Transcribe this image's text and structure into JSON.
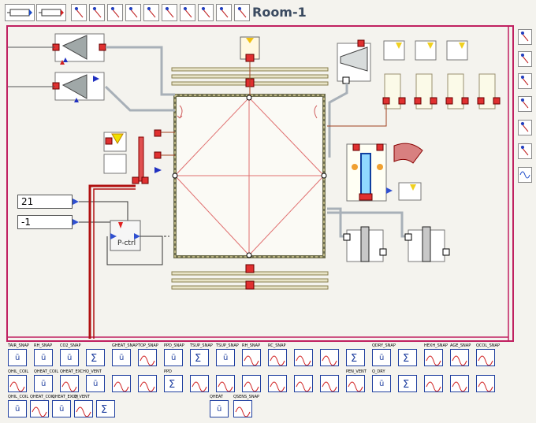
{
  "window": {
    "title": "Room-1"
  },
  "toolbar": {
    "buttons": [
      "connector-in-icon",
      "connector-out-icon",
      "probe-icon",
      "probe-icon",
      "probe-icon",
      "probe-icon",
      "probe-icon",
      "probe-icon",
      "probe-icon",
      "probe-icon",
      "probe-icon",
      "probe-icon"
    ]
  },
  "inputs": {
    "setpoint_value": "21",
    "offset_value": "-1"
  },
  "controller": {
    "label": "P-ctrl"
  },
  "bottom_blocks": {
    "row1_labels": [
      "TAIR_SNAP",
      "RH_SNAP",
      "CO2_SNAP",
      "",
      "GHEAT_SNAP",
      "TOP_SNAP",
      "PPD_SNAP",
      "TSUP_SNAP",
      "TSUP_SNAP",
      "RH_SNAP",
      "RC_SNAP",
      "",
      "",
      "",
      "QDRY_SNAP",
      "",
      "HEXH_SNAP",
      "AGE_SNAP",
      "QCOL_SNAP"
    ],
    "row2_labels": [
      "QHIL_COIL",
      "QHEAT_COIL",
      "QHEAT_EXCH",
      "Q_VENT",
      "",
      "",
      "PPD",
      "",
      "",
      "",
      "",
      "",
      "",
      "PEN_VENT",
      "Q_DRY",
      "",
      "",
      "",
      ""
    ],
    "row3_labels": [
      "QHIL_COIL",
      "QHEAT_COIL",
      "QHEAT_EXCH",
      "Q_VENT",
      "",
      "",
      "",
      "",
      "QHEAT",
      "QSENS_SNAP"
    ]
  }
}
